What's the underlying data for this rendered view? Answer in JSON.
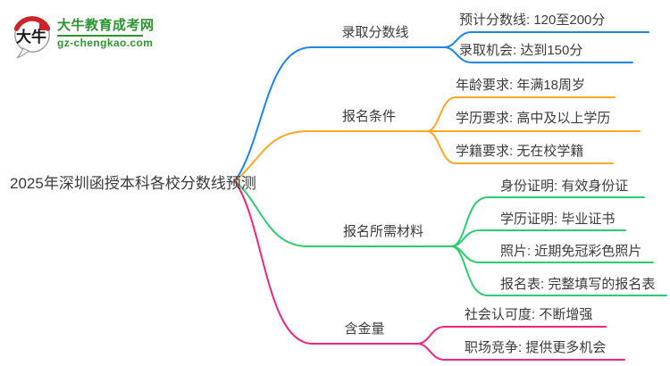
{
  "logo": {
    "icon_text": "大牛",
    "site_name": "大牛教育成考网",
    "site_url": "gz-chengkao.com",
    "brand_green": "#2d9431",
    "seal_red": "#c8242b"
  },
  "mindmap": {
    "central_topic": "2025年深圳函授本科各校分数线预测",
    "branches": [
      {
        "label": "录取分数线",
        "color": "#1c86ee",
        "leaves": [
          "预计分数线: 120至200分",
          "录取机会: 达到150分"
        ]
      },
      {
        "label": "报名条件",
        "color": "#ffa726",
        "leaves": [
          "年龄要求: 年满18周岁",
          "学历要求: 高中及以上学历",
          "学籍要求: 无在校学籍"
        ]
      },
      {
        "label": "报名所需材料",
        "color": "#2ecc71",
        "leaves": [
          "身份证明: 有效身份证",
          "学历证明: 毕业证书",
          "照片: 近期免冠彩色照片",
          "报名表: 完整填写的报名表"
        ]
      },
      {
        "label": "含金量",
        "color": "#f0257c",
        "leaves": [
          "社会认可度: 不断增强",
          "职场竞争: 提供更多机会"
        ]
      }
    ]
  }
}
